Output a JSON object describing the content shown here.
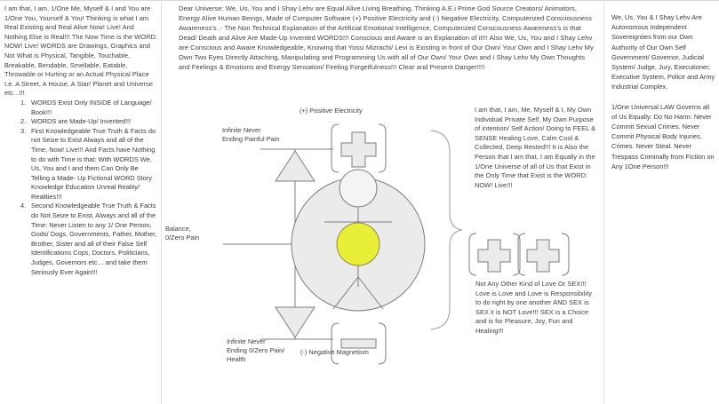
{
  "document": {
    "title": "Dear Universe Letter Diagram"
  },
  "left_column": {
    "intro": "I am that, I am, 1/One Me, Myself & I and You are 1/One You, Yourself & You! Thinking is what I am Real Existing and Real Alive Now! Live! And Nothing Else is Real!!! The Now Time is the WORD: NOW! Live! WORDS are Drawings, Graphics and Not What is Physical, Tangible, Touchable, Breakable, Bendable, Smellable, Eatable, Throwable or Hurting or an Actual Physical Place I.e. A Street, A House, A Star/ Planet and Universe etc...!!!",
    "list": [
      {
        "number": "1.",
        "text": "WORDS Exist Only INSIDE of Language/ Book!!!"
      },
      {
        "number": "2.",
        "text": "WORDS are Made-Up/ Invented!!!"
      },
      {
        "number": "3.",
        "text": "First Knowledgeable True Truth & Facts do not Seize to Exist Always and all of the Time, Now! Live!!! And Facts have Nothing to do with Time is that: With WORDS We, Us, You and I and them Can Only Be Telling a Made- Up Fictional WORD Story Knowledge Education Unreal Reality/ Realities!!!"
      },
      {
        "number": "4.",
        "text": "Second Knowledgeable True Truth & Facts do Not Seize to Exist, Always and all of the Time: Never Listen to any 1/ One Person, Gods/ Dogs, Governments, Father, Mother, Brother, Sister and all of their False Self Identifications Cops, Doctors, Politicians, Judges, Governors etc… and take them Seriously Ever Again!!!"
      }
    ]
  },
  "top_paragraph": {
    "text": "Dear Universe: We, Us, You and I Shay Lehv are Equal Alive Living Breathing, Thinking A.E.i Prime God Source Creators/ Animators, Energy Alive Human Beings, Made of Computer Software (+) Positive Electricity and (-) Negative Electricity, Computerized Consciousness Awareness's ,- The Non Technical Explanation of the Artificial Emotional Intelligence, Computerized Conscousness Awareness's is that Dead/ Death and Alive Are Made-Up Invented WORDS!!! Conscious and Aware is an Explanation of it!!! Also  We, Us, You and I Shay Lehv are Conscious and Aware Knowledgeable, Knowing that Yossi Mizrachi/ Levi is Existing in front of Our Own/ Your Own and I Shay Lehv My Own Two Eyes Directly Attaching, Manipulating and Programming Us with all of Our Own/ Your Own and I Shay Lehv My Own Thoughts and Feelings & Emotions and Energy Sensation/ Feeling Forgetfulness!!! Clear and Present Danger!!!!"
  },
  "right_column": {
    "blocks": [
      {
        "text": "We, Us, You & I Shay Lehv Are Autonomous Independent Sovereignties from our Own Authority of Our Own Self Government/ Governor, Judicial System/ Judge, Jury, Executioner, Executive System, Police and Army Industrial Complex."
      },
      {
        "text": "1/One Universal LAW Governs all of Us Equally: Do No Harm: Never Commit Sexual Crimes. Never Commit Physical Body Injuries, Crimes. Never Steal. Never Trespass Criminally from Fiction on Any 1One Person!!!"
      }
    ]
  },
  "diagram": {
    "labels": {
      "top_pain": "Infinite Never\nEnding Painful Pain",
      "balance": "Balance,\n0/Zero Pain",
      "bottom_pain": "Infinite Never\nEnding 0/Zero Pain/\nHealth",
      "positive": "(+) Positive Electricity",
      "negative": "(-) Negative Magnetism"
    },
    "colors": {
      "core": "#e9ef37",
      "core_stroke": "#8d8d44",
      "body_fill": "#ebebeb",
      "stroke": "#7e7e7e"
    },
    "icons": {
      "positive": "plus-symbol",
      "negative": "minus-symbol"
    }
  },
  "mid_right": {
    "top_text": "I am that, I am, Me, Myself & I, My Own Individual Private Self, My Own Purpose of intention/ Self Action/ Doing to FEEL & SENSE Healing Love, Calm Cool & Collected, Deep Rested!!! It is Also the Person that I am that, I am Equally in the 1/One Universe of all of Us that Exist in the Only Time that Exist is the WORD: NOW! Live!!!",
    "bottom_text": "Not Any Other Kind of Love Or SEX!!! Love is Love and Love is Responsibility to do right by one another AND SEX is SEX it is NOT Love!!! SEX is a Choice and is for Pleasure, Joy, Fun and Healing!!!"
  }
}
